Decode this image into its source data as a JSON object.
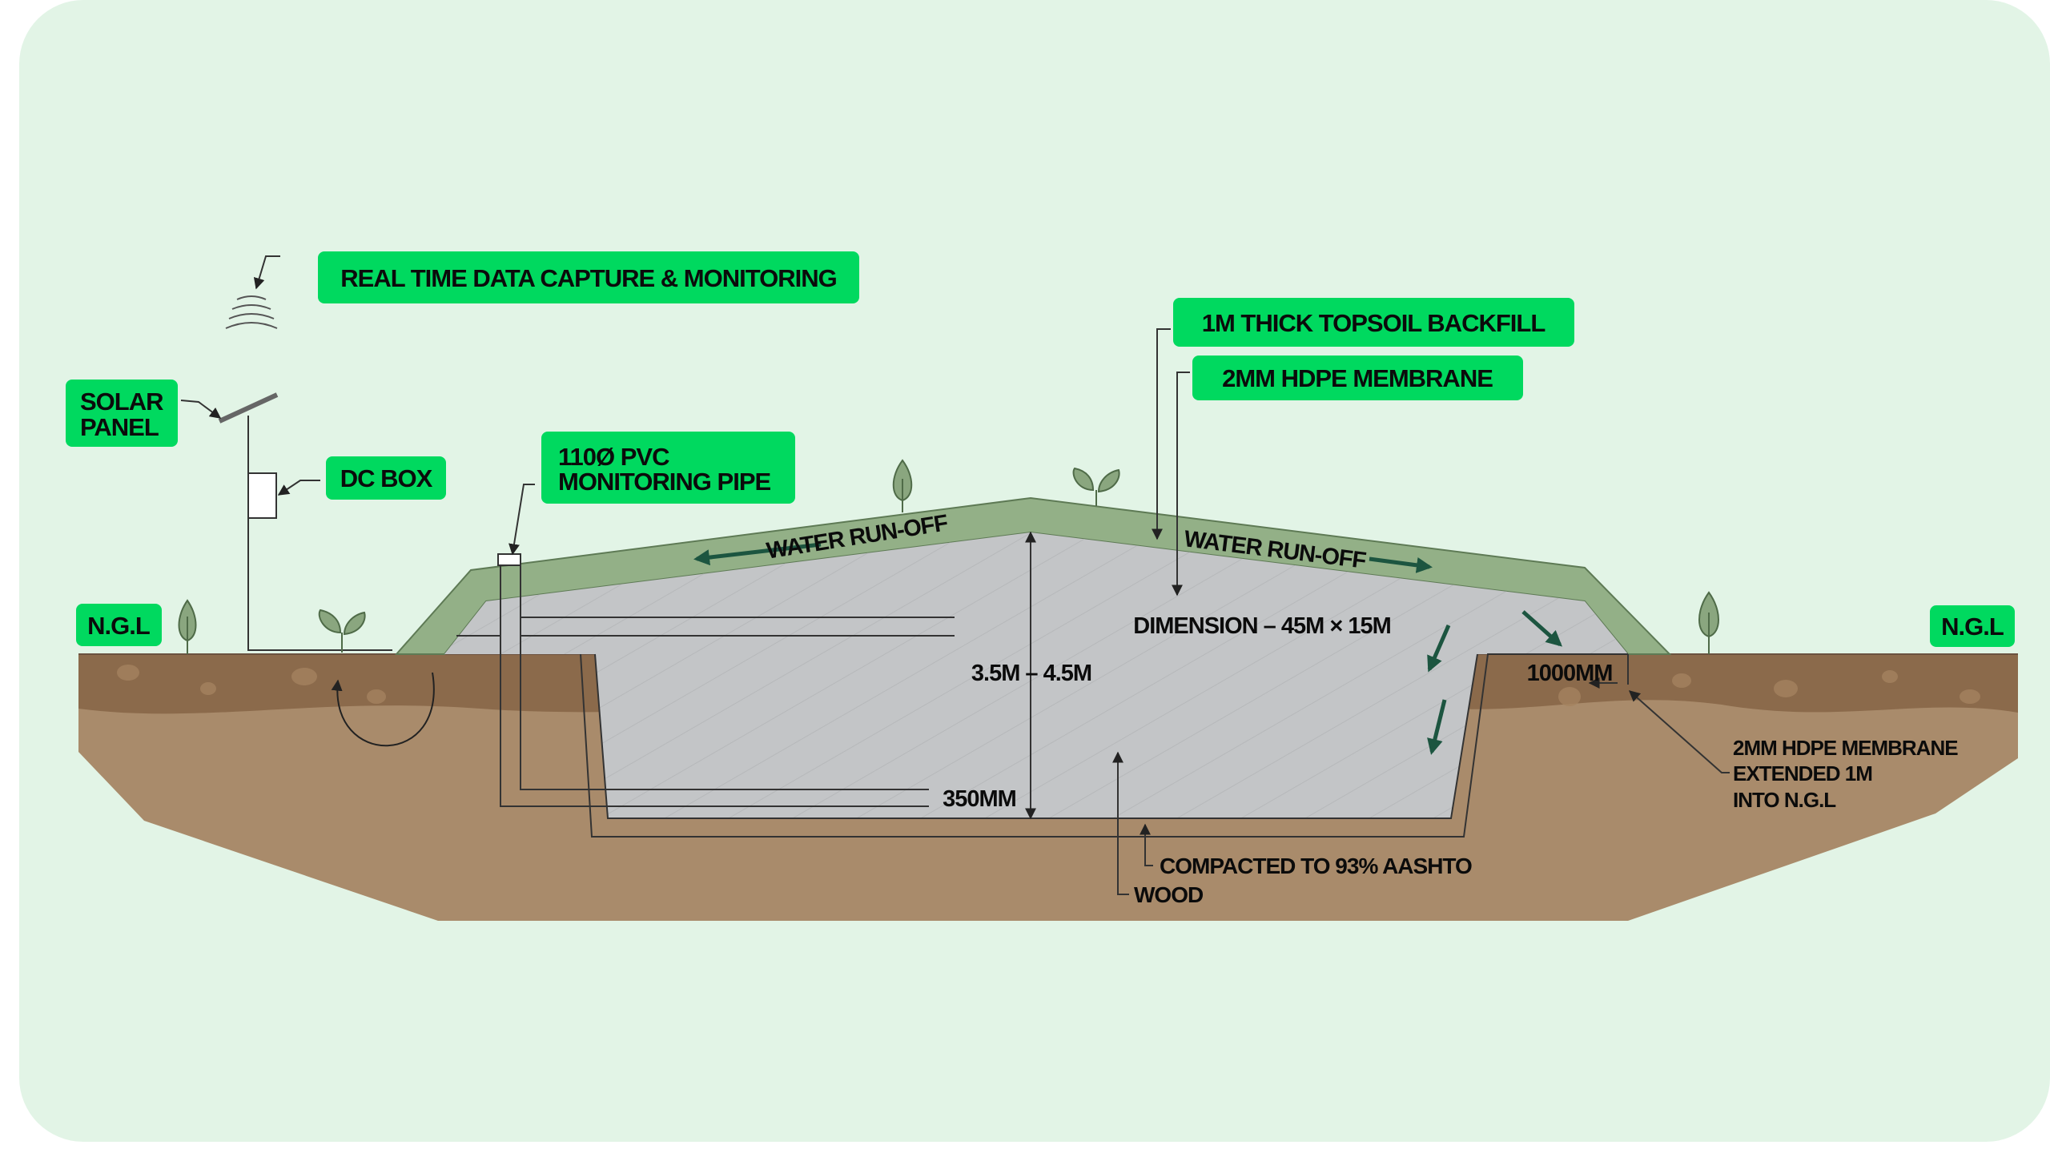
{
  "colors": {
    "background": "#e2f4e6",
    "label_box": "#00d95f",
    "berm": "#93b087",
    "fill": "#c3c5c7",
    "topsoil": "#8b6a4b",
    "subsoil": "#a98b6b",
    "arrow": "#1c5540"
  },
  "labels": {
    "realtime": "REAL TIME DATA CAPTURE & MONITORING",
    "solar": [
      "SOLAR",
      "PANEL"
    ],
    "dcbox": "DC BOX",
    "pvc": [
      "110Ø PVC",
      "MONITORING PIPE"
    ],
    "topsoil": "1M THICK TOPSOIL BACKFILL",
    "hdpe": "2MM HDPE MEMBRANE",
    "ngl_left": "N.G.L",
    "ngl_right": "N.G.L"
  },
  "annotations": {
    "runoff_left": "WATER RUN-OFF",
    "runoff_right": "WATER RUN-OFF",
    "dimension": "DIMENSION – 45M × 15M",
    "depth": "3.5M – 4.5M",
    "pipe_depth": "350MM",
    "membrane_ext": "1000MM",
    "membrane_note": [
      "2MM HDPE MEMBRANE",
      "EXTENDED 1M",
      "INTO N.G.L"
    ],
    "compacted": "COMPACTED TO 93% AASHTO",
    "wood": "WOOD"
  },
  "icons": [
    "wifi-signal-icon",
    "solar-panel-icon",
    "dc-box-icon",
    "tree-icon",
    "sprout-icon"
  ]
}
